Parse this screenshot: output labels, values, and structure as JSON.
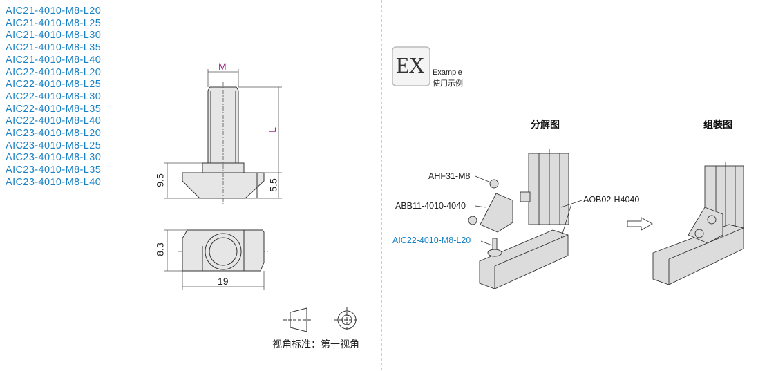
{
  "part_numbers": [
    "AIC21-4010-M8-L20",
    "AIC21-4010-M8-L25",
    "AIC21-4010-M8-L30",
    "AIC21-4010-M8-L35",
    "AIC21-4010-M8-L40",
    "AIC22-4010-M8-L20",
    "AIC22-4010-M8-L25",
    "AIC22-4010-M8-L30",
    "AIC22-4010-M8-L35",
    "AIC22-4010-M8-L40",
    "AIC23-4010-M8-L20",
    "AIC23-4010-M8-L25",
    "AIC23-4010-M8-L30",
    "AIC23-4010-M8-L35",
    "AIC23-4010-M8-L40"
  ],
  "dimensions": {
    "M": "M",
    "L": "L",
    "h_total": "9.5",
    "h_head": "5.5",
    "width": "8.3",
    "length": "19"
  },
  "projection": {
    "label": "视角标准：第一视角"
  },
  "example": {
    "badge": "EX",
    "title_en": "Example",
    "title_cn": "使用示例",
    "exploded_title": "分解图",
    "assembled_title": "组装图",
    "callouts": {
      "nut": "AHF31-M8",
      "bracket": "ABB11-4010-4040",
      "profile": "AOB02-H4040",
      "bolt": "AIC22-4010-M8-L20"
    }
  },
  "colors": {
    "part_blue": "#1a82c4",
    "dim_magenta": "#9b2a86"
  }
}
